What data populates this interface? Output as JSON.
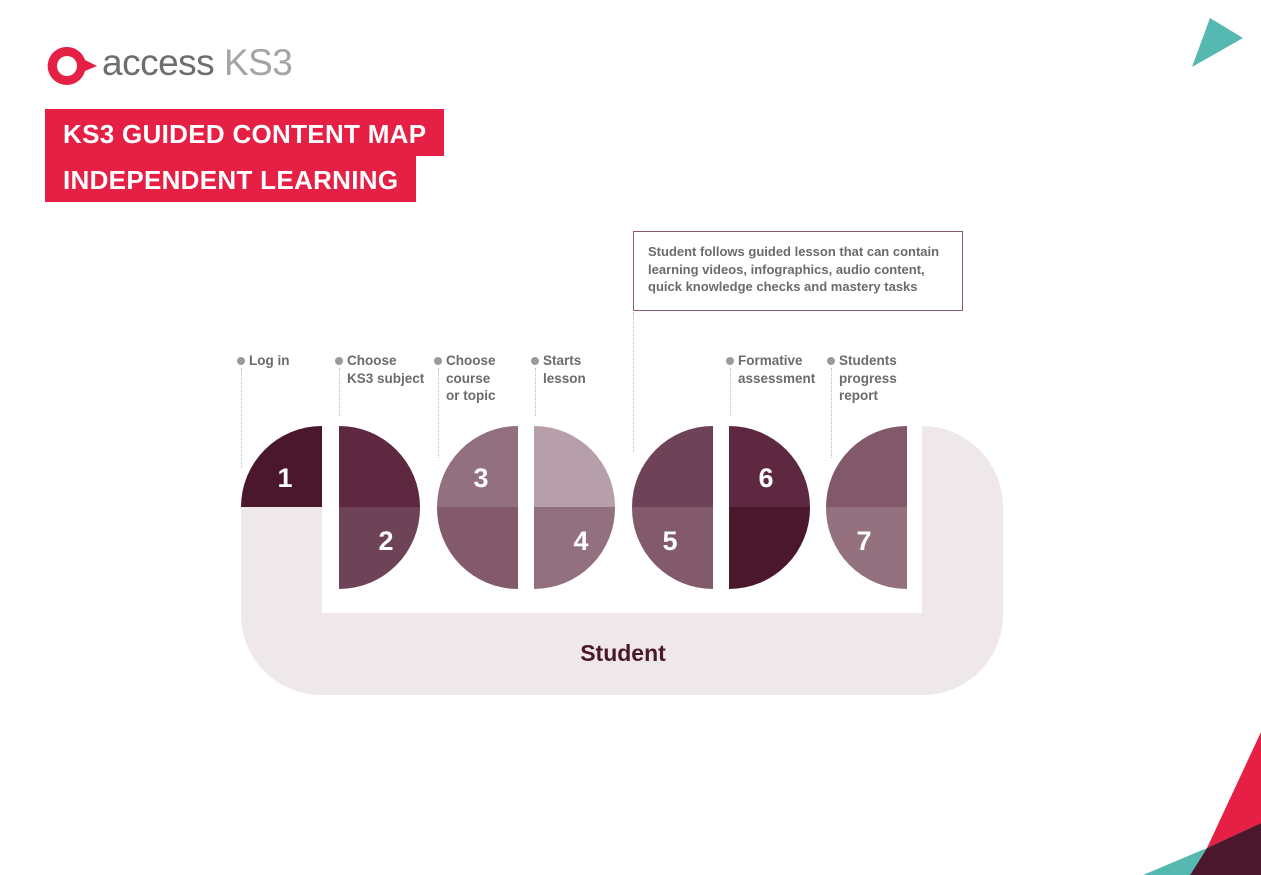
{
  "logo": {
    "brand": "access",
    "product": "KS3",
    "colors": {
      "red": "#e61f45",
      "grey": "#6d6e70"
    }
  },
  "title": {
    "line1": "KS3 GUIDED CONTENT MAP",
    "line2": "INDEPENDENT LEARNING"
  },
  "callout": "Student follows guided lesson that can contain learning videos, infographics, audio content, quick knowledge checks and mastery tasks",
  "steps": [
    {
      "number": "1",
      "label": [
        "Log in"
      ]
    },
    {
      "number": "2",
      "label": [
        "Choose",
        "KS3 subject"
      ]
    },
    {
      "number": "3",
      "label": [
        "Choose",
        "course",
        "or topic"
      ]
    },
    {
      "number": "4",
      "label": [
        "Starts",
        "lesson"
      ]
    },
    {
      "number": "5",
      "label": []
    },
    {
      "number": "6",
      "label": [
        "Formative",
        "assessment"
      ]
    },
    {
      "number": "7",
      "label": [
        "Students",
        "progress",
        "report"
      ]
    }
  ],
  "track_label": "Student",
  "colors": {
    "track": "#efe8ea",
    "accent_red": "#e61f45",
    "accent_teal": "#56b9b1",
    "dark": "#4a172c"
  }
}
